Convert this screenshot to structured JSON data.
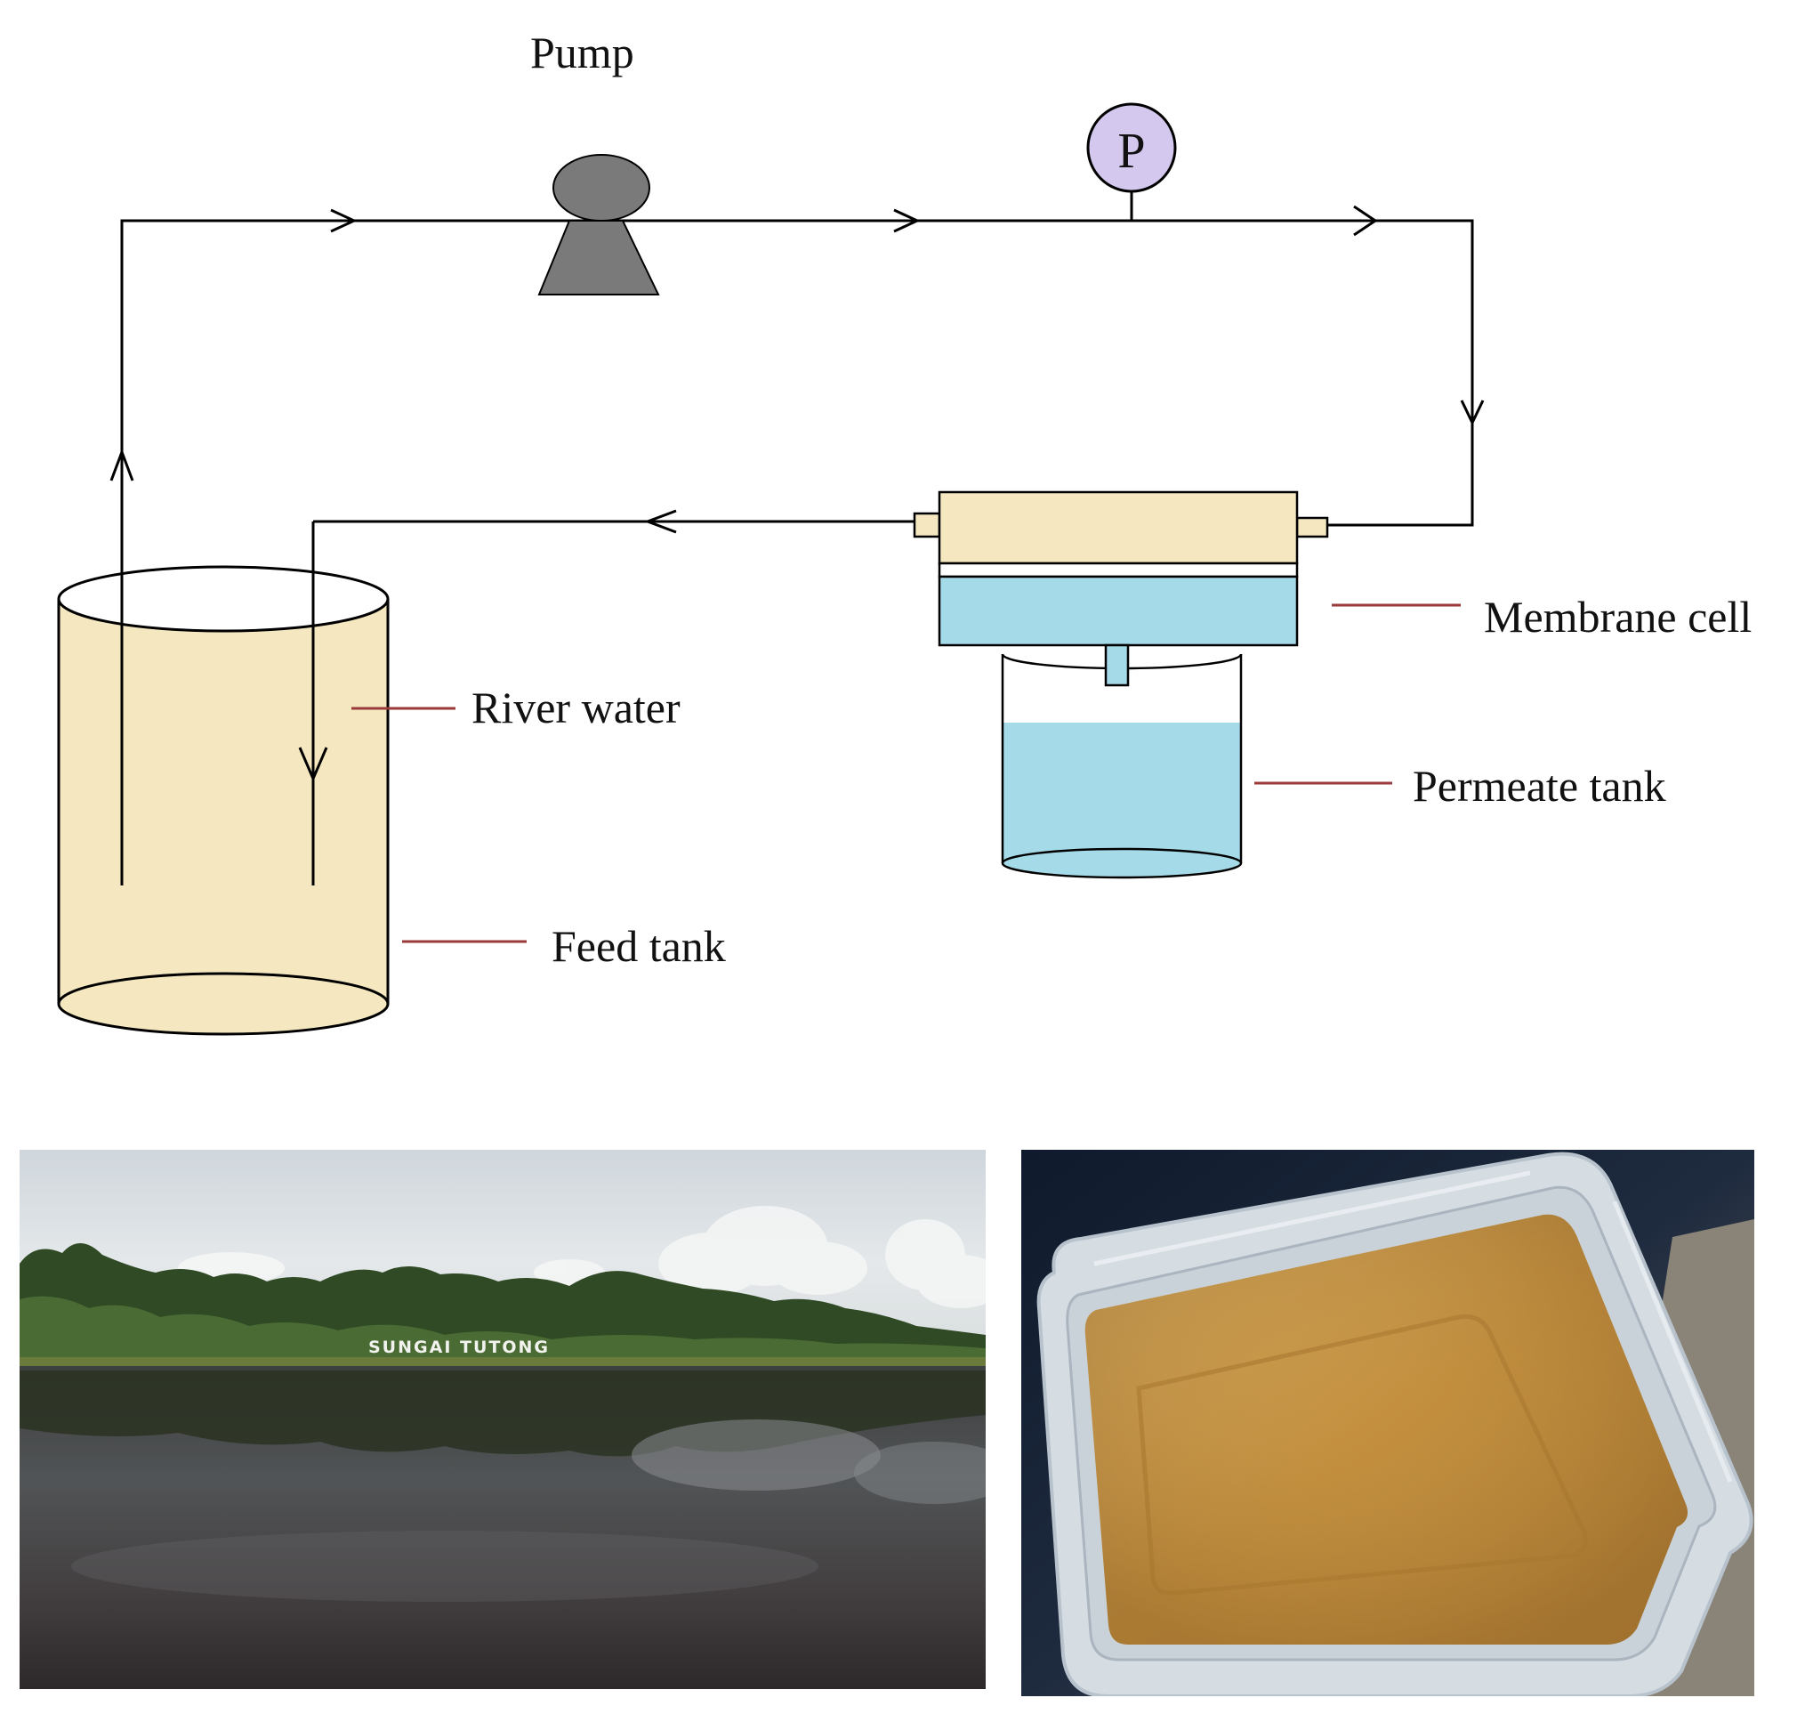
{
  "labels": {
    "pump": "Pump",
    "pressure_gauge": "P",
    "membrane_cell": "Membrane cell",
    "permeate_tank": "Permeate tank",
    "river_water": "River water",
    "feed_tank": "Feed tank"
  },
  "photos": {
    "river_sign": "SUNGAI TUTONG"
  },
  "colors": {
    "feed_fill": "#f5e8c0",
    "membrane_body": "#f5e8c0",
    "membrane_lower": "#a5dbe8",
    "permeate_water": "#a5dbe8",
    "pump": "#7a7a7a",
    "gauge": "#d4c8ef",
    "leader_line": "#9a3a3a",
    "pipe": "#000000"
  }
}
